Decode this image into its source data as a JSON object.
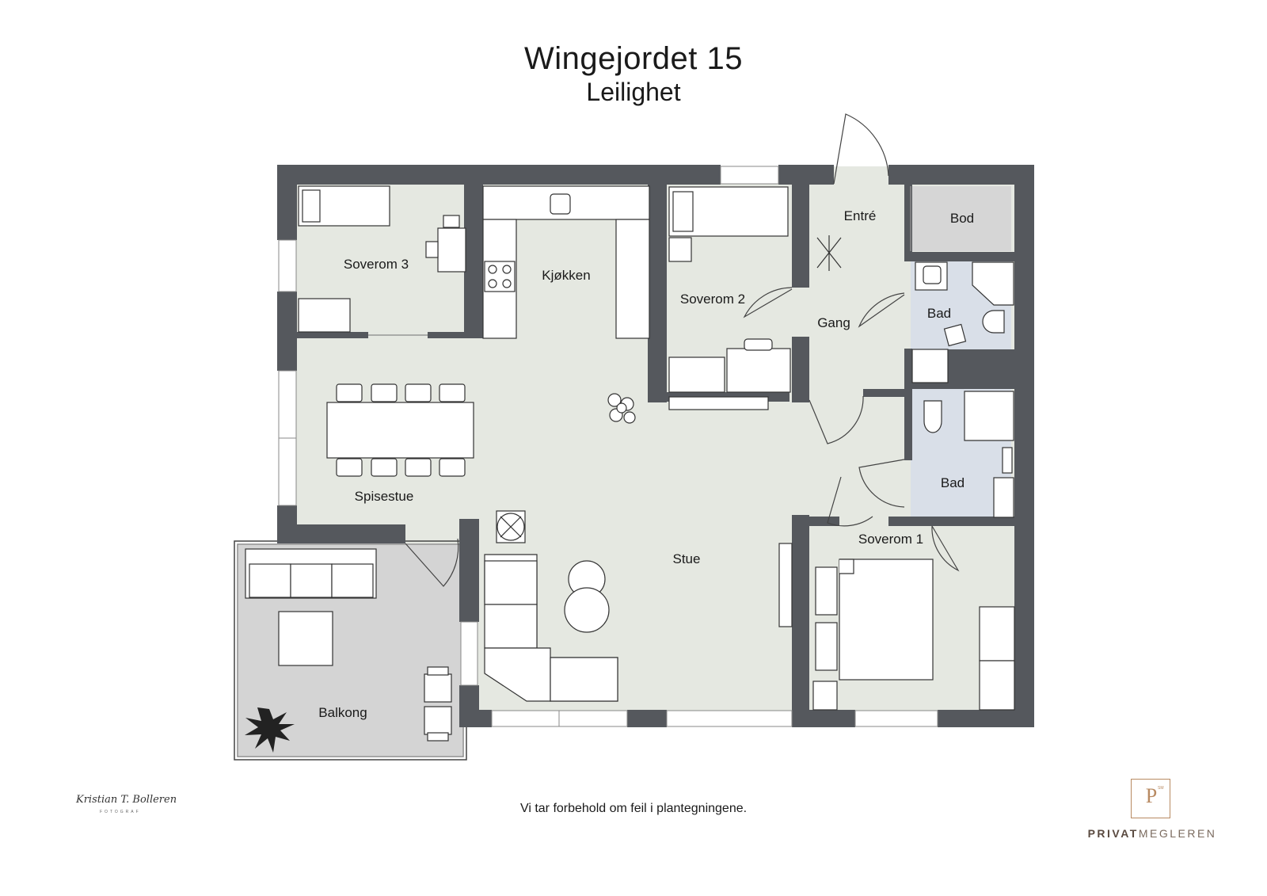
{
  "header": {
    "title": "Wingejordet 15",
    "subtitle": "Leilighet"
  },
  "rooms": {
    "soverom3": "Soverom 3",
    "kjokken": "Kjøkken",
    "soverom2": "Soverom 2",
    "entre": "Entré",
    "bod": "Bod",
    "gang": "Gang",
    "bad1": "Bad",
    "bad2": "Bad",
    "spisestue": "Spisestue",
    "stue": "Stue",
    "soverom1": "Soverom 1",
    "balkong": "Balkong"
  },
  "footer": {
    "disclaimer": "Vi tar forbehold om feil i plantegningene.",
    "photographer_signature": "Kristian T. Bolleren",
    "photographer_sub": "FOTOGRAF",
    "brand_logo_letter": "P",
    "brand_logo_mark": "SM",
    "brand_bold": "PRIVAT",
    "brand_light": "MEGLEREN"
  },
  "colors": {
    "wall": "#55585d",
    "floor": "#e5e8e1",
    "bath": "#d9dfe8",
    "storage": "#d6d6d6",
    "balcony": "#d4d4d4",
    "furniture_stroke": "#333333",
    "brand": "#b88a62"
  }
}
